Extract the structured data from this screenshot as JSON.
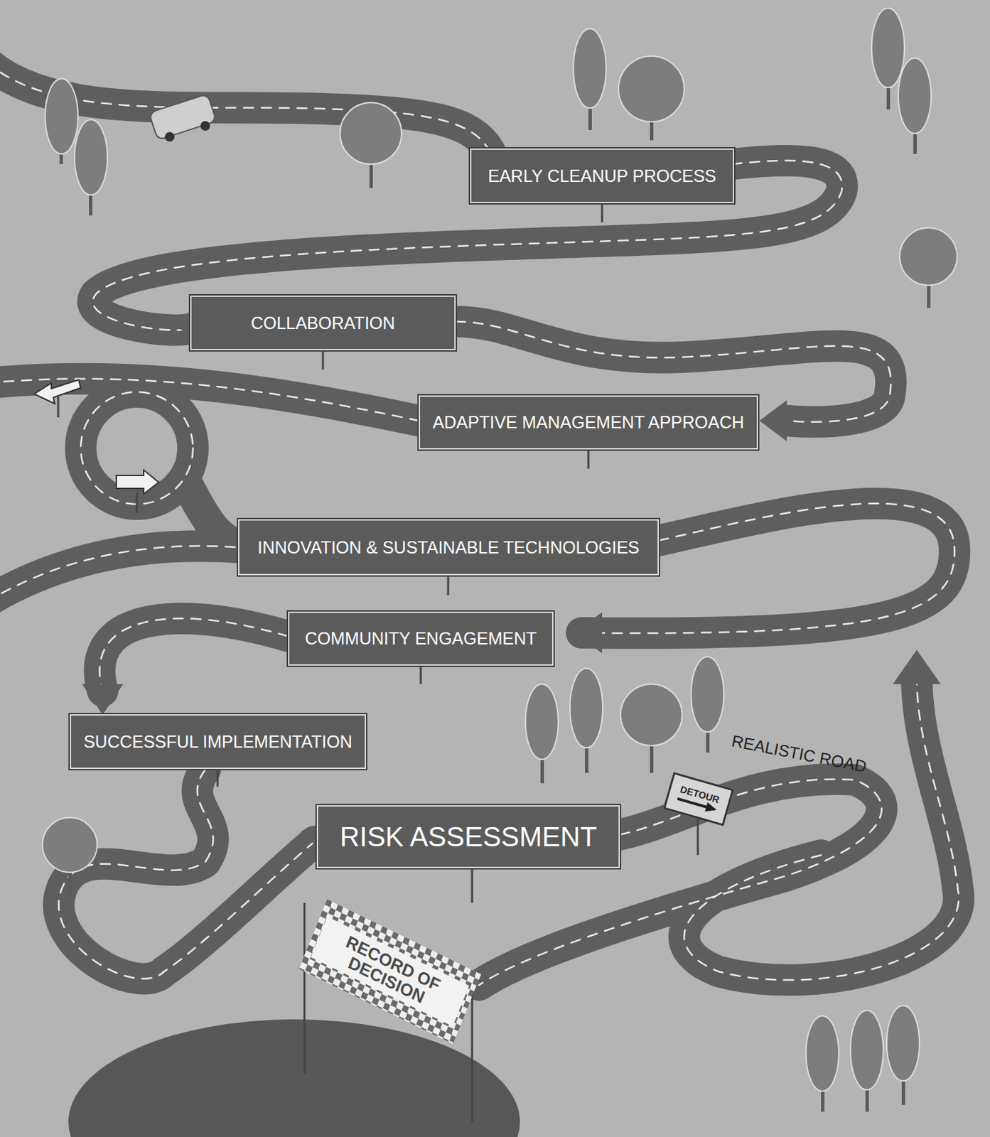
{
  "diagram": {
    "nodes": [
      {
        "text": [
          "EARLY CLEANUP PROCESS"
        ]
      },
      {
        "text": [
          "COLLABORATION"
        ]
      },
      {
        "text": [
          "ADAPTIVE MANAGEMENT APPROACH"
        ]
      },
      {
        "text": [
          "INNOVATION & SUSTAINABLE TECHNOLOGIES"
        ]
      },
      {
        "text": [
          "COMMUNITY ENGAGEMENT"
        ]
      },
      {
        "text": [
          "SUCCESSFUL IMPLEMENTATION"
        ]
      },
      {
        "text": [
          "DETOUR"
        ]
      },
      {
        "text": [
          "RISK ASSESSMENT"
        ]
      },
      {
        "text": [
          "RECORD OF DECISION"
        ]
      }
    ],
    "labels": [
      "REALISTIC ROAD"
    ]
  }
}
